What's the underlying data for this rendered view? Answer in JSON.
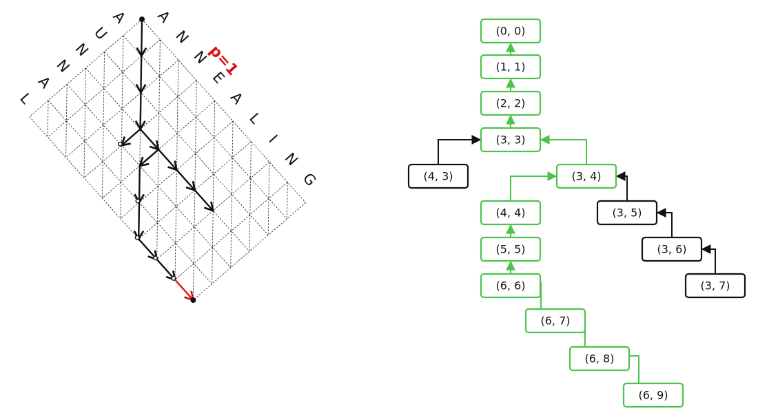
{
  "lattice": {
    "top_label": "AUNNAL",
    "right_label": "ANNEALING",
    "penalty_label": "p=1",
    "colors": {
      "grid": "#333333",
      "path": "#111111",
      "highlight": "#dd1111",
      "label": "#111111"
    }
  },
  "tree": {
    "colors": {
      "green": "#4cc34c",
      "black": "#111111"
    },
    "nodes": [
      {
        "id": "0-0",
        "label": "(0, 0)",
        "color": "green"
      },
      {
        "id": "1-1",
        "label": "(1, 1)",
        "color": "green"
      },
      {
        "id": "2-2",
        "label": "(2, 2)",
        "color": "green"
      },
      {
        "id": "3-3",
        "label": "(3, 3)",
        "color": "green"
      },
      {
        "id": "4-3",
        "label": "(4, 3)",
        "color": "black"
      },
      {
        "id": "3-4",
        "label": "(3, 4)",
        "color": "green"
      },
      {
        "id": "4-4",
        "label": "(4, 4)",
        "color": "green"
      },
      {
        "id": "3-5",
        "label": "(3, 5)",
        "color": "black"
      },
      {
        "id": "5-5",
        "label": "(5, 5)",
        "color": "green"
      },
      {
        "id": "3-6",
        "label": "(3, 6)",
        "color": "black"
      },
      {
        "id": "6-6",
        "label": "(6, 6)",
        "color": "green"
      },
      {
        "id": "3-7",
        "label": "(3, 7)",
        "color": "black"
      },
      {
        "id": "6-7",
        "label": "(6, 7)",
        "color": "green"
      },
      {
        "id": "6-8",
        "label": "(6, 8)",
        "color": "green"
      },
      {
        "id": "6-9",
        "label": "(6, 9)",
        "color": "green"
      }
    ],
    "edges": [
      {
        "from": "1-1",
        "to": "0-0",
        "color": "green",
        "arrow": true
      },
      {
        "from": "2-2",
        "to": "1-1",
        "color": "green",
        "arrow": true
      },
      {
        "from": "3-3",
        "to": "2-2",
        "color": "green",
        "arrow": true
      },
      {
        "from": "4-3",
        "to": "3-3",
        "color": "black",
        "arrow": true
      },
      {
        "from": "3-4",
        "to": "3-3",
        "color": "green",
        "arrow": true
      },
      {
        "from": "4-4",
        "to": "3-4",
        "color": "green",
        "arrow": true
      },
      {
        "from": "3-5",
        "to": "3-4",
        "color": "black",
        "arrow": true
      },
      {
        "from": "5-5",
        "to": "4-4",
        "color": "green",
        "arrow": true
      },
      {
        "from": "3-6",
        "to": "3-5",
        "color": "black",
        "arrow": true
      },
      {
        "from": "6-6",
        "to": "5-5",
        "color": "green",
        "arrow": true
      },
      {
        "from": "3-7",
        "to": "3-6",
        "color": "black",
        "arrow": true
      },
      {
        "from": "6-7",
        "to": "6-6",
        "color": "green",
        "arrow": false
      },
      {
        "from": "6-8",
        "to": "6-7",
        "color": "green",
        "arrow": false
      },
      {
        "from": "6-9",
        "to": "6-8",
        "color": "green",
        "arrow": false
      }
    ]
  }
}
